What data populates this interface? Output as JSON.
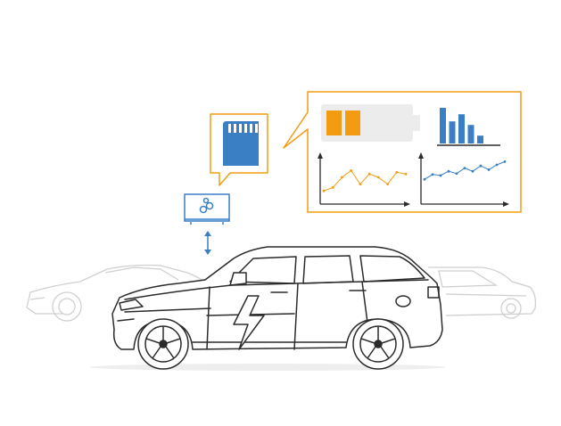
{
  "colors": {
    "accent": "#f39c12",
    "blue": "#3a7fc4",
    "car_outline": "#2b2b2b",
    "faded": "#c8c8c8",
    "battery_bg": "#ececec"
  },
  "icons": {
    "sd_card": "sd-card-icon",
    "device": "data-logger-icon",
    "arrow": "bidirectional-arrow-icon",
    "battery": "battery-icon",
    "bar_chart": "bar-chart-icon",
    "bolt": "lightning-bolt-icon"
  },
  "battery": {
    "level": 0.4
  },
  "chart_data": [
    {
      "type": "bar",
      "title": "",
      "categories": [
        "1",
        "2",
        "3",
        "4",
        "5"
      ],
      "values": [
        1.0,
        0.62,
        0.82,
        0.52,
        0.22
      ]
    },
    {
      "type": "line",
      "title": "",
      "x": [
        1,
        2,
        3,
        4,
        5,
        6,
        7,
        8,
        9,
        10
      ],
      "values": [
        0.1,
        0.2,
        0.5,
        0.7,
        0.3,
        0.6,
        0.5,
        0.3,
        0.65,
        0.6
      ]
    },
    {
      "type": "line",
      "title": "",
      "x": [
        1,
        2,
        3,
        4,
        5,
        6,
        7,
        8,
        9,
        10,
        11
      ],
      "values": [
        0.3,
        0.45,
        0.42,
        0.55,
        0.48,
        0.65,
        0.55,
        0.72,
        0.6,
        0.75,
        0.85
      ]
    }
  ]
}
